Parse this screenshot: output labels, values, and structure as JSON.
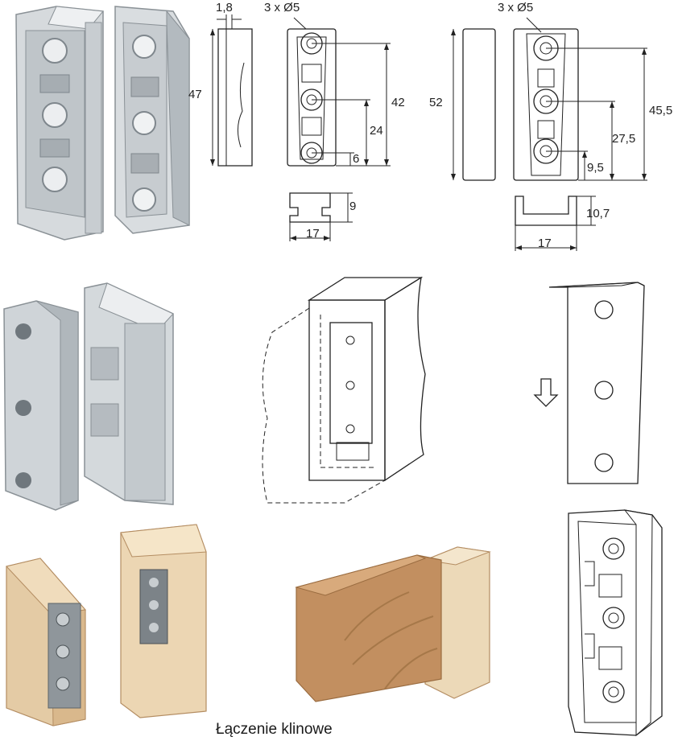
{
  "caption": "Łączenie klinowe",
  "small_drawing": {
    "thickness": "1,8",
    "holes": "3 x Ø5",
    "height": "47",
    "hole_span": "42",
    "mid_hole": "24",
    "bottom_hole": "6",
    "profile_height": "9",
    "profile_width": "17"
  },
  "large_drawing": {
    "holes": "3 x Ø5",
    "height": "52",
    "hole_span": "45,5",
    "mid_hole": "27,5",
    "bottom_hole": "9,5",
    "profile_height": "10,7",
    "profile_width": "17"
  },
  "colors": {
    "metal_light": "#dfe3e6",
    "metal_mid": "#b7bdc2",
    "metal_dark": "#7f878d",
    "wood_light": "#e8d2b0",
    "wood_mid": "#c99a6b",
    "wood_beech": "#b98659",
    "line": "#222222"
  }
}
